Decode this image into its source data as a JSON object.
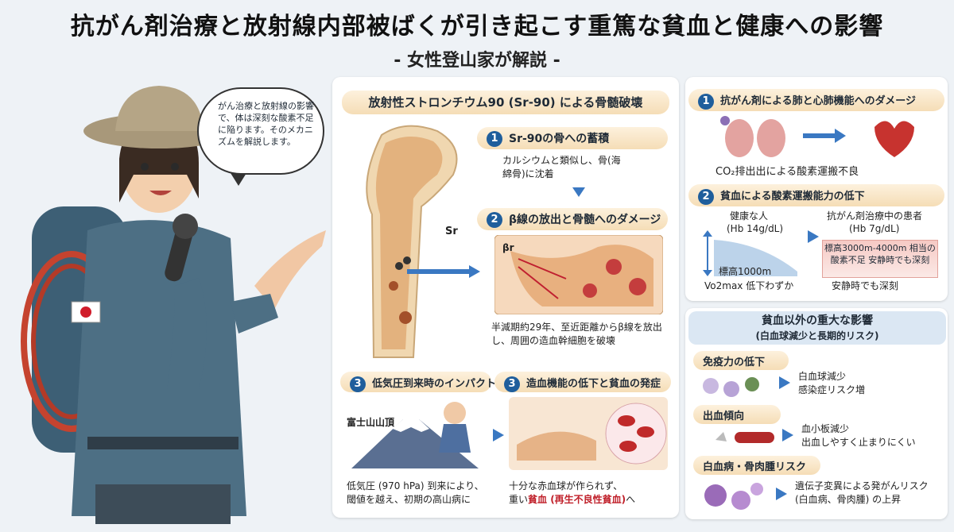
{
  "header": {
    "title": "抗がん剤治療と放射線内部被ばくが引き起こす重篤な貧血と健康への影響",
    "subtitle": "- 女性登山家が解説 -"
  },
  "speech_bubble": "がん治療と放射線の影響で、体は深刻な酸素不足に陥ります。そのメカニズムを解説します。",
  "middle_panel": {
    "heading": "放射性ストロンチウム90 (Sr-90) による骨髄破壊",
    "step1": {
      "num": "1",
      "title": "Sr-90の骨への蓄積",
      "text": "カルシウムと類似し、骨(海綿骨)に沈着"
    },
    "step2": {
      "num": "2",
      "title": "β線の放出と骨髄へのダメージ",
      "text": "半減期約29年、至近距離からβ線を放出し、周囲の造血幹細胞を破壊"
    },
    "sr_label": "Sr",
    "beta_label": "βr",
    "step3a": {
      "num": "3",
      "title": "低気圧到来時のインパクト",
      "place": "富士山山頂",
      "text": "低気圧 (970 hPa) 到来により、閾値を越え、初期の高山病に"
    },
    "step3b": {
      "num": "3",
      "title": "造血機能の低下と貧血の発症",
      "text_plain": "十分な赤血球が作られず、",
      "text_prefix": "重い",
      "text_red": "貧血 (再生不良性貧血)",
      "text_suffix": "へ"
    }
  },
  "right_panel": {
    "s1": {
      "num": "1",
      "title": "抗がん剤による肺と心肺機能へのダメージ",
      "caption": "CO₂排出出による酸素運搬不良"
    },
    "s2": {
      "num": "2",
      "title": "貧血による酸素運搬能力の低下",
      "healthy_label": "健康な人",
      "healthy_hb": "(Hb 14g/dL)",
      "patient_label": "抗がん剤治療中の患者",
      "patient_hb": "(Hb 7g/dL)",
      "healthy_alt": "標高1000m",
      "healthy_note": "Vo2max 低下わずか",
      "patient_box": "標高3000m-4000m 相当の酸素不足 安静時でも深刻",
      "patient_note": "安静時でも深刻"
    },
    "other_head_line1": "貧血以外の重大な影響",
    "other_head_line2": "(白血球減少と長期的リスク)",
    "items": [
      {
        "title": "免疫力の低下",
        "text1": "白血球減少",
        "text2": "感染症リスク増"
      },
      {
        "title": "出血傾向",
        "text1": "血小板減少",
        "text2": "出血しやすく止まりにくい"
      },
      {
        "title": "白血病・骨肉腫リスク",
        "text1": "遺伝子変異による発がんリスク",
        "text2": "(白血病、骨肉腫) の上昇"
      }
    ]
  },
  "colors": {
    "accent_blue": "#1f5e9c",
    "pill_bg": "#f5ddb6",
    "red": "#c0202a"
  }
}
